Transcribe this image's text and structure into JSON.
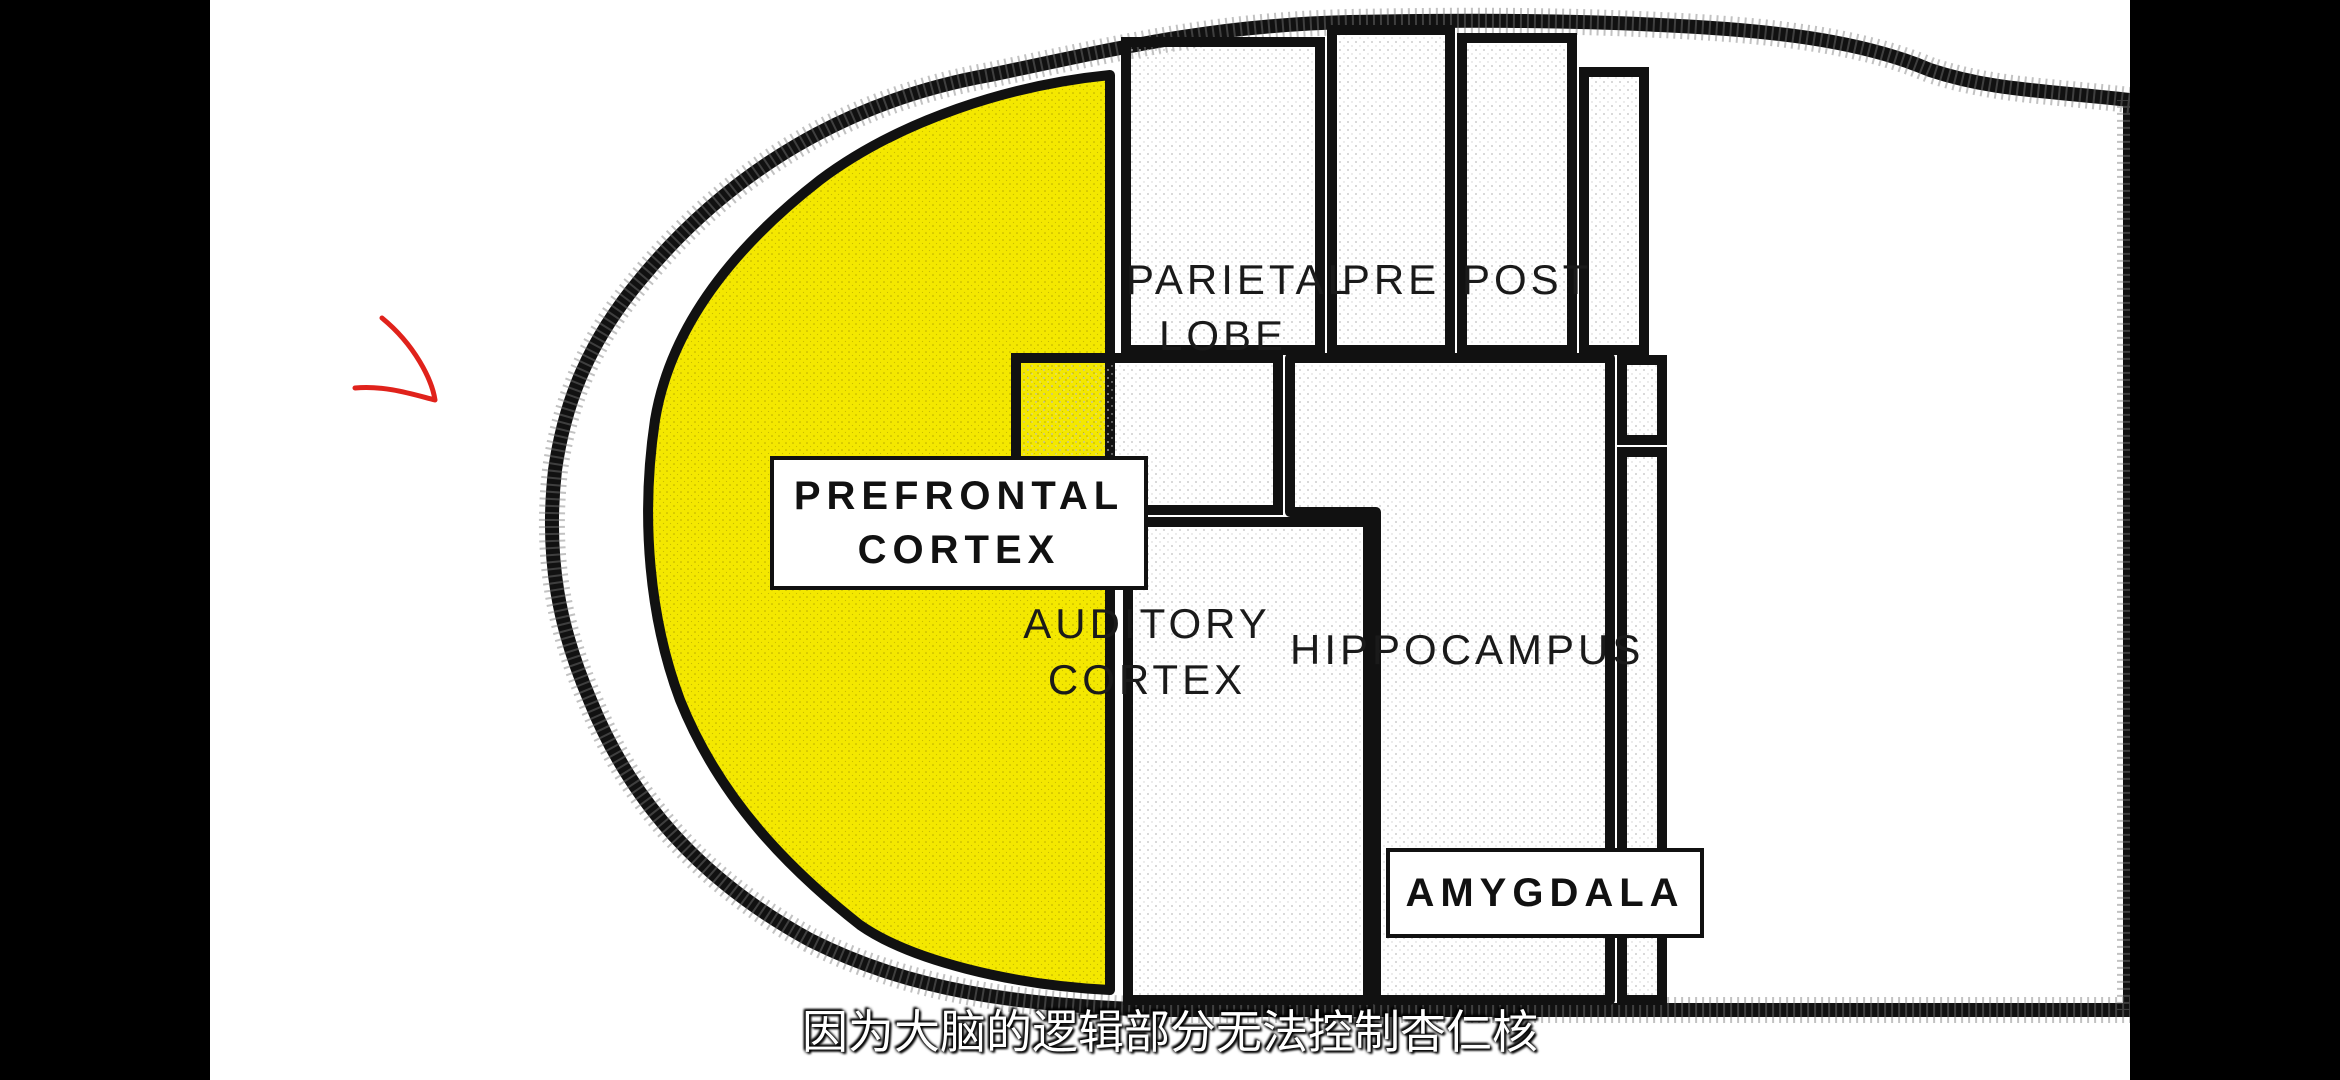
{
  "diagram": {
    "regions": {
      "parietal_lobe": "PARIETAL\nLOBE",
      "pre": "PRE",
      "post": "POST",
      "auditory_cortex": "AUDITORY\nCORTEX",
      "hippocampus": "HIPPOCAMPUS"
    },
    "highlighted": {
      "prefrontal_cortex": "PREFRONTAL\nCORTEX",
      "amygdala": "AMYGDALA"
    },
    "colors": {
      "highlight": "#f4e800",
      "outline": "#111111",
      "annotation_mark": "#e0221b",
      "region_fill": "#f2f2f2"
    }
  },
  "subtitle": "因为大脑的逻辑部分无法控制杏仁核"
}
